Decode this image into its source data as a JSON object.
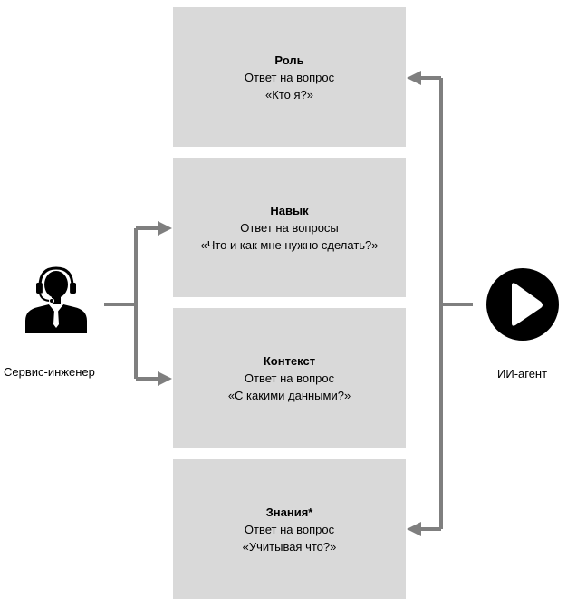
{
  "boxes": [
    {
      "title": "Роль",
      "line1": "Ответ на вопрос",
      "line2": "«Кто я?»"
    },
    {
      "title": "Навык",
      "line1": "Ответ на вопросы",
      "line2": "«Что и как мне нужно сделать?»"
    },
    {
      "title": "Контекст",
      "line1": "Ответ на вопрос",
      "line2": "«С какими данными?»"
    },
    {
      "title": "Знания*",
      "line1": "Ответ на вопрос",
      "line2": "«Учитывая что?»"
    }
  ],
  "engineer": {
    "label": "Сервис-инженер",
    "icon": "headset-operator-icon"
  },
  "agent": {
    "label": "ИИ-агент",
    "icon": "play-icon"
  },
  "colors": {
    "box_fill": "#d9d9d9",
    "connector": "#7f7f7f",
    "icon": "#000000"
  }
}
